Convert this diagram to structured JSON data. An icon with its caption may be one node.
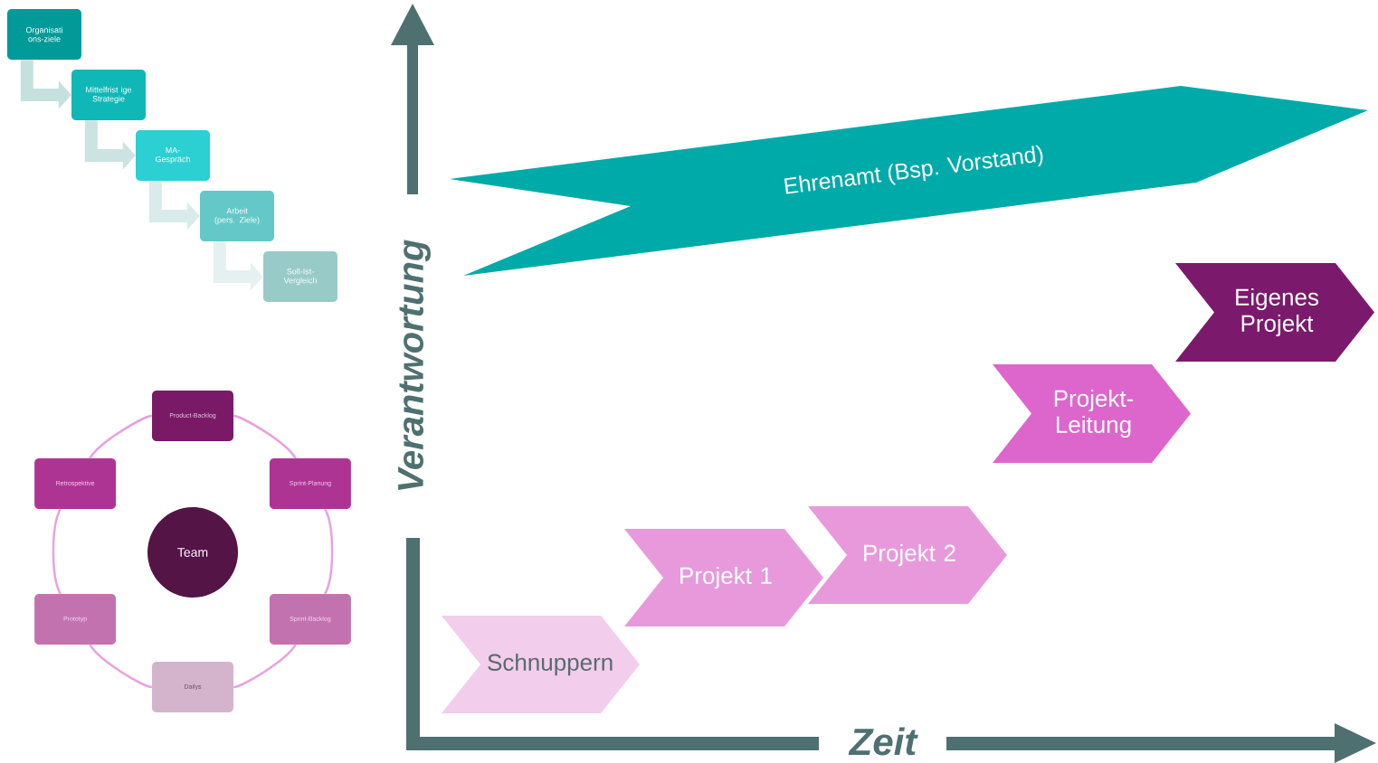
{
  "diagram": {
    "nodes": [
      {
        "text": [
          "Organisati ons-ziele"
        ]
      },
      {
        "text": [
          "Mittelfrist ige Strategie"
        ]
      },
      {
        "text": [
          "MA- Gespräch"
        ]
      },
      {
        "text": [
          "Arbeit (pers. Ziele)"
        ]
      },
      {
        "text": [
          "Soll-Ist- Vergleich"
        ]
      },
      {
        "text": [
          "Product-Backlog"
        ]
      },
      {
        "text": [
          "Retrospektive"
        ]
      },
      {
        "text": [
          "Sprint-Planung"
        ]
      },
      {
        "text": [
          "Team"
        ]
      },
      {
        "text": [
          "Prototyp"
        ]
      },
      {
        "text": [
          "Sprint-Backlog"
        ]
      },
      {
        "text": [
          "Dailys"
        ]
      },
      {
        "text": [
          "Ehrenamt (Bsp. Vorstand)"
        ]
      },
      {
        "text": [
          "Eigenes Projekt"
        ]
      },
      {
        "text": [
          "Projekt- Leitung"
        ]
      },
      {
        "text": [
          "Projekt 2"
        ]
      },
      {
        "text": [
          "Projekt 1"
        ]
      },
      {
        "text": [
          "Schnuppern"
        ]
      }
    ],
    "edges": [
      {
        "from": 0,
        "to": 1,
        "arrow": "to",
        "style": "thick",
        "color": "#c6dfdf"
      },
      {
        "from": 1,
        "to": 2,
        "arrow": "to",
        "style": "thick",
        "color": "#cde3e3"
      },
      {
        "from": 2,
        "to": 3,
        "arrow": "to",
        "style": "thick",
        "color": "#d9ebeb"
      },
      {
        "from": 3,
        "to": 4,
        "arrow": "to",
        "style": "thick",
        "color": "#e5f1f1"
      },
      {
        "from": 5,
        "to": 7,
        "arrow": "none"
      },
      {
        "from": 7,
        "to": 10,
        "arrow": "none"
      },
      {
        "from": 10,
        "to": 11,
        "arrow": "none"
      },
      {
        "from": 11,
        "to": 9,
        "arrow": "none"
      },
      {
        "from": 9,
        "to": 6,
        "arrow": "none"
      },
      {
        "from": 6,
        "to": 5,
        "arrow": "none"
      }
    ],
    "labels": [
      "Verantwortung",
      "Zeit"
    ]
  }
}
